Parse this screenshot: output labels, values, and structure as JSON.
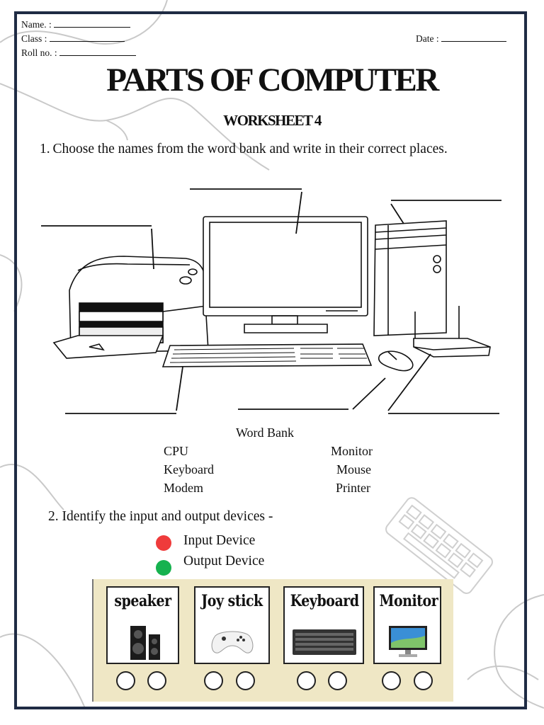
{
  "header": {
    "name_label": "Name.   :",
    "class_label": "Class     :",
    "roll_label": "Roll no. :",
    "date_label": "Date :"
  },
  "title": "PARTS OF COMPUTER",
  "subtitle": "WORKSHEET 4",
  "question1": "1. Choose the names from the word bank and write in their correct places.",
  "word_bank": {
    "heading": "Word Bank",
    "left": [
      "CPU",
      "Keyboard",
      "Modem"
    ],
    "right": [
      "Monitor",
      "Mouse",
      "Printer"
    ]
  },
  "question2": "2.  Identify the input and output devices -",
  "legend": [
    {
      "label": "Input Device",
      "color": "#ef3b3b"
    },
    {
      "label": "Output Device",
      "color": "#16b24f"
    }
  ],
  "devices": [
    {
      "label": "speaker",
      "icon": "speaker-icon"
    },
    {
      "label": "Joy stick",
      "icon": "joystick-icon"
    },
    {
      "label": "Keyboard",
      "icon": "keyboard-icon"
    },
    {
      "label": "Monitor",
      "icon": "monitor-icon"
    }
  ],
  "colors": {
    "frame": "#1f2b44",
    "strip": "#efe7c5"
  }
}
